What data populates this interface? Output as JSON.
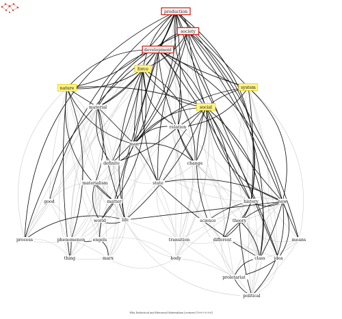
{
  "nodes": [
    {
      "id": "production",
      "label": "production",
      "style": "red"
    },
    {
      "id": "society",
      "label": "society",
      "style": "red"
    },
    {
      "id": "development",
      "label": "development",
      "style": "red"
    },
    {
      "id": "force",
      "label": "force",
      "style": "yellow"
    },
    {
      "id": "nature",
      "label": "nature",
      "style": "yellow"
    },
    {
      "id": "system",
      "label": "system",
      "style": "yellow"
    },
    {
      "id": "social",
      "label": "social",
      "style": "yellow"
    },
    {
      "id": "material",
      "label": "material",
      "style": "plain"
    },
    {
      "id": "relation",
      "label": "relation",
      "style": "plain"
    },
    {
      "id": "man",
      "label": "man",
      "style": "plain"
    },
    {
      "id": "definite",
      "label": "definite",
      "style": "plain"
    },
    {
      "id": "change",
      "label": "change",
      "style": "plain"
    },
    {
      "id": "materialism",
      "label": "materialism",
      "style": "plain"
    },
    {
      "id": "state",
      "label": "state",
      "style": "plain"
    },
    {
      "id": "good",
      "label": "good",
      "style": "plain"
    },
    {
      "id": "matter",
      "label": "matter",
      "style": "plain"
    },
    {
      "id": "history",
      "label": "history",
      "style": "plain"
    },
    {
      "id": "new",
      "label": "new",
      "style": "plain"
    },
    {
      "id": "world",
      "label": "world",
      "style": "plain"
    },
    {
      "id": "life",
      "label": "life",
      "style": "plain"
    },
    {
      "id": "science",
      "label": "science",
      "style": "plain"
    },
    {
      "id": "theory",
      "label": "theory",
      "style": "plain"
    },
    {
      "id": "process",
      "label": "process",
      "style": "plain"
    },
    {
      "id": "phenomenon",
      "label": "phenomenon",
      "style": "plain"
    },
    {
      "id": "engels",
      "label": "engels",
      "style": "plain"
    },
    {
      "id": "transition",
      "label": "transition",
      "style": "plain"
    },
    {
      "id": "different",
      "label": "different",
      "style": "plain"
    },
    {
      "id": "means",
      "label": "means",
      "style": "plain"
    },
    {
      "id": "thing",
      "label": "thing",
      "style": "plain"
    },
    {
      "id": "marx",
      "label": "marx",
      "style": "plain"
    },
    {
      "id": "body",
      "label": "body",
      "style": "plain"
    },
    {
      "id": "class",
      "label": "class",
      "style": "plain"
    },
    {
      "id": "idea",
      "label": "idea",
      "style": "plain"
    },
    {
      "id": "proletariat",
      "label": "proletariat",
      "style": "plain"
    },
    {
      "id": "political",
      "label": "political",
      "style": "plain"
    }
  ],
  "edges_dark": [
    [
      "production",
      "society"
    ],
    [
      "production",
      "development"
    ],
    [
      "production",
      "force"
    ],
    [
      "production",
      "nature"
    ],
    [
      "production",
      "system"
    ],
    [
      "production",
      "social"
    ],
    [
      "production",
      "material"
    ],
    [
      "production",
      "man"
    ],
    [
      "production",
      "process"
    ],
    [
      "production",
      "means"
    ],
    [
      "production",
      "new"
    ],
    [
      "production",
      "history"
    ],
    [
      "production",
      "relation"
    ],
    [
      "production",
      "good"
    ],
    [
      "production",
      "definite"
    ],
    [
      "production",
      "idea"
    ],
    [
      "society",
      "development"
    ],
    [
      "society",
      "force"
    ],
    [
      "society",
      "social"
    ],
    [
      "society",
      "system"
    ],
    [
      "society",
      "man"
    ],
    [
      "society",
      "state"
    ],
    [
      "society",
      "history"
    ],
    [
      "society",
      "new"
    ],
    [
      "society",
      "material"
    ],
    [
      "society",
      "class"
    ],
    [
      "development",
      "force"
    ],
    [
      "development",
      "nature"
    ],
    [
      "development",
      "social"
    ],
    [
      "development",
      "system"
    ],
    [
      "development",
      "material"
    ],
    [
      "development",
      "man"
    ],
    [
      "development",
      "change"
    ],
    [
      "development",
      "relation"
    ],
    [
      "development",
      "history"
    ],
    [
      "development",
      "process"
    ],
    [
      "development",
      "new"
    ],
    [
      "development",
      "matter"
    ],
    [
      "force",
      "social"
    ],
    [
      "force",
      "nature"
    ],
    [
      "force",
      "man"
    ],
    [
      "force",
      "relation"
    ],
    [
      "force",
      "material"
    ],
    [
      "force",
      "state"
    ],
    [
      "force",
      "change"
    ],
    [
      "force",
      "definite"
    ],
    [
      "force",
      "life"
    ],
    [
      "force",
      "world"
    ],
    [
      "nature",
      "material"
    ],
    [
      "nature",
      "man"
    ],
    [
      "nature",
      "phenomenon"
    ],
    [
      "nature",
      "thing"
    ],
    [
      "nature",
      "matter"
    ],
    [
      "nature",
      "social"
    ],
    [
      "system",
      "social"
    ],
    [
      "system",
      "new"
    ],
    [
      "system",
      "history"
    ],
    [
      "system",
      "man"
    ],
    [
      "system",
      "relation"
    ],
    [
      "social",
      "relation"
    ],
    [
      "social",
      "man"
    ],
    [
      "social",
      "change"
    ],
    [
      "social",
      "history"
    ],
    [
      "social",
      "new"
    ],
    [
      "social",
      "life"
    ],
    [
      "social",
      "state"
    ],
    [
      "social",
      "class"
    ],
    [
      "social",
      "idea"
    ],
    [
      "social",
      "science"
    ],
    [
      "social",
      "different"
    ],
    [
      "material",
      "man"
    ],
    [
      "material",
      "definite"
    ],
    [
      "material",
      "materialism"
    ],
    [
      "material",
      "life"
    ],
    [
      "relation",
      "man"
    ],
    [
      "relation",
      "definite"
    ],
    [
      "relation",
      "change"
    ],
    [
      "man",
      "definite"
    ],
    [
      "man",
      "state"
    ],
    [
      "man",
      "life"
    ],
    [
      "man",
      "change"
    ],
    [
      "materialism",
      "matter"
    ],
    [
      "materialism",
      "world"
    ],
    [
      "state",
      "new"
    ],
    [
      "state",
      "class"
    ],
    [
      "history",
      "new"
    ],
    [
      "history",
      "theory"
    ],
    [
      "history",
      "science"
    ],
    [
      "new",
      "idea"
    ],
    [
      "new",
      "class"
    ],
    [
      "new",
      "different"
    ],
    [
      "life",
      "world"
    ],
    [
      "life",
      "new"
    ],
    [
      "life",
      "process"
    ],
    [
      "theory",
      "class"
    ],
    [
      "theory",
      "political"
    ],
    [
      "class",
      "proletariat"
    ],
    [
      "idea",
      "proletariat"
    ],
    [
      "phenomenon",
      "engels"
    ],
    [
      "engels",
      "marx"
    ],
    [
      "phenomenon",
      "thing"
    ],
    [
      "proletariat",
      "political"
    ],
    [
      "new",
      "political"
    ],
    [
      "new",
      "means"
    ],
    [
      "matter",
      "engels"
    ],
    [
      "history",
      "different"
    ]
  ],
  "edges_light": [
    [
      "production",
      "thing"
    ],
    [
      "production",
      "body"
    ],
    [
      "production",
      "political"
    ],
    [
      "production",
      "transition"
    ],
    [
      "society",
      "process"
    ],
    [
      "society",
      "phenomenon"
    ],
    [
      "society",
      "idea"
    ],
    [
      "society",
      "proletariat"
    ],
    [
      "society",
      "theory"
    ],
    [
      "development",
      "thing"
    ],
    [
      "development",
      "marx"
    ],
    [
      "development",
      "body"
    ],
    [
      "force",
      "process"
    ],
    [
      "force",
      "engels"
    ],
    [
      "force",
      "transition"
    ],
    [
      "nature",
      "good"
    ],
    [
      "nature",
      "process"
    ],
    [
      "nature",
      "world"
    ],
    [
      "nature",
      "life"
    ],
    [
      "system",
      "means"
    ],
    [
      "system",
      "idea"
    ],
    [
      "system",
      "class"
    ],
    [
      "social",
      "political"
    ],
    [
      "social",
      "proletariat"
    ],
    [
      "social",
      "theory"
    ],
    [
      "social",
      "body"
    ],
    [
      "material",
      "process"
    ],
    [
      "material",
      "thing"
    ],
    [
      "material",
      "matter"
    ],
    [
      "material",
      "phenomenon"
    ],
    [
      "relation",
      "state"
    ],
    [
      "relation",
      "history"
    ],
    [
      "relation",
      "life"
    ],
    [
      "man",
      "materialism"
    ],
    [
      "man",
      "world"
    ],
    [
      "man",
      "history"
    ],
    [
      "man",
      "marx"
    ],
    [
      "definite",
      "materialism"
    ],
    [
      "definite",
      "state"
    ],
    [
      "change",
      "state"
    ],
    [
      "change",
      "history"
    ],
    [
      "change",
      "different"
    ],
    [
      "change",
      "transition"
    ],
    [
      "materialism",
      "life"
    ],
    [
      "materialism",
      "phenomenon"
    ],
    [
      "materialism",
      "engels"
    ],
    [
      "materialism",
      "good"
    ],
    [
      "state",
      "history"
    ],
    [
      "state",
      "life"
    ],
    [
      "state",
      "transition"
    ],
    [
      "state",
      "body"
    ],
    [
      "good",
      "process"
    ],
    [
      "good",
      "phenomenon"
    ],
    [
      "matter",
      "world"
    ],
    [
      "matter",
      "life"
    ],
    [
      "matter",
      "marx"
    ],
    [
      "history",
      "transition"
    ],
    [
      "history",
      "class"
    ],
    [
      "history",
      "idea"
    ],
    [
      "history",
      "political"
    ],
    [
      "new",
      "science"
    ],
    [
      "new",
      "theory"
    ],
    [
      "new",
      "proletariat"
    ],
    [
      "world",
      "phenomenon"
    ],
    [
      "world",
      "engels"
    ],
    [
      "life",
      "engels"
    ],
    [
      "life",
      "marx"
    ],
    [
      "life",
      "transition"
    ],
    [
      "life",
      "body"
    ],
    [
      "science",
      "theory"
    ],
    [
      "science",
      "different"
    ],
    [
      "theory",
      "means"
    ],
    [
      "theory",
      "idea"
    ],
    [
      "process",
      "phenomenon"
    ],
    [
      "process",
      "thing"
    ],
    [
      "phenomenon",
      "marx"
    ],
    [
      "transition",
      "different"
    ],
    [
      "different",
      "class"
    ],
    [
      "different",
      "idea"
    ],
    [
      "means",
      "idea"
    ],
    [
      "means",
      "class"
    ],
    [
      "thing",
      "marx"
    ],
    [
      "marx",
      "body"
    ],
    [
      "body",
      "proletariat"
    ],
    [
      "class",
      "political"
    ],
    [
      "idea",
      "political"
    ],
    [
      "means",
      "political"
    ],
    [
      "world",
      "thing"
    ],
    [
      "engels",
      "body"
    ],
    [
      "transition",
      "proletariat"
    ],
    [
      "different",
      "proletariat"
    ],
    [
      "system",
      "political"
    ],
    [
      "social",
      "means"
    ],
    [
      "material",
      "world"
    ],
    [
      "force",
      "phenomenon"
    ],
    [
      "nature",
      "engels"
    ],
    [
      "nature",
      "marx"
    ],
    [
      "development",
      "idea"
    ],
    [
      "production",
      "phenomenon"
    ],
    [
      "society",
      "body"
    ],
    [
      "man",
      "transition"
    ],
    [
      "relation",
      "different"
    ],
    [
      "change",
      "class"
    ],
    [
      "history",
      "body"
    ],
    [
      "life",
      "political"
    ],
    [
      "good",
      "thing"
    ],
    [
      "definite",
      "world"
    ]
  ],
  "caption": "Why Dialectical and Historical Materialism Lectures     [?0-0-0  0-0-0]"
}
